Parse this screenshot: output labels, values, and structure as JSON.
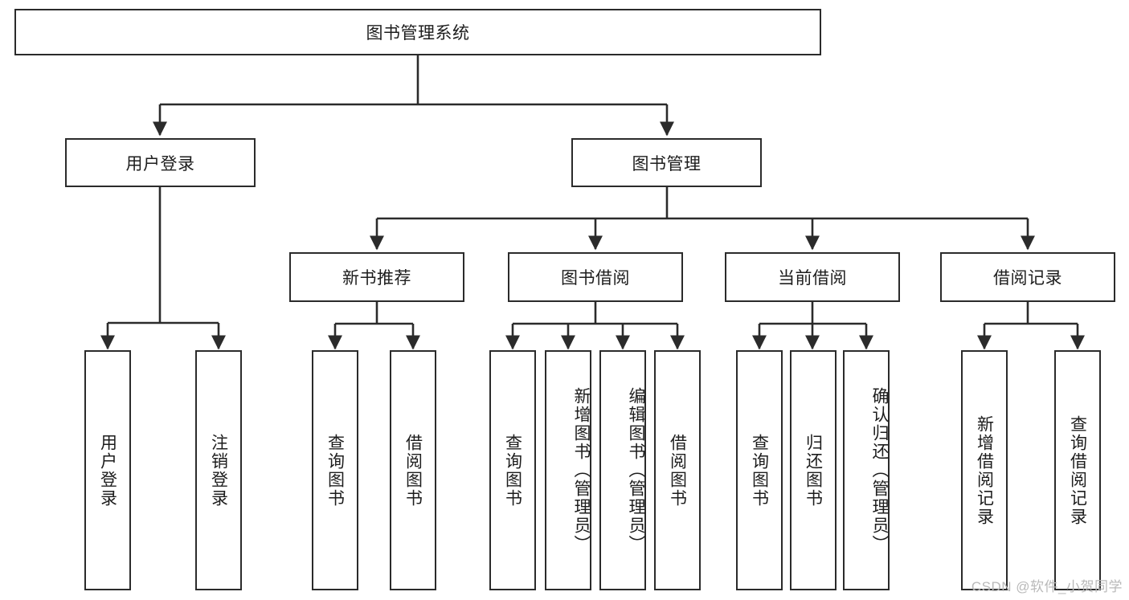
{
  "diagram": {
    "title": "图书管理系统",
    "watermark": "CSDN @软件_小贺同学",
    "line_color": "#2b2b2b",
    "text_color": "#1d1d1d",
    "background": "#ffffff"
  },
  "nodes": {
    "root": {
      "label": "图书管理系统"
    },
    "level2": [
      {
        "label": "用户登录"
      },
      {
        "label": "图书管理"
      }
    ],
    "level3": [
      {
        "label": "新书推荐"
      },
      {
        "label": "图书借阅"
      },
      {
        "label": "当前借阅"
      },
      {
        "label": "借阅记录"
      }
    ],
    "leaves": {
      "user_login": [
        {
          "label": "用户登录"
        },
        {
          "label": "注销登录"
        }
      ],
      "new_book_recommend": [
        {
          "label": "查询图书"
        },
        {
          "label": "借阅图书"
        }
      ],
      "book_borrow": [
        {
          "label": "查询图书"
        },
        {
          "label": "新增图书（管理员）"
        },
        {
          "label": "编辑图书（管理员）"
        },
        {
          "label": "借阅图书"
        }
      ],
      "current_borrow": [
        {
          "label": "查询图书"
        },
        {
          "label": "归还图书"
        },
        {
          "label": "确认归还（管理员）"
        }
      ],
      "borrow_record": [
        {
          "label": "新增借阅记录"
        },
        {
          "label": "查询借阅记录"
        }
      ]
    }
  }
}
